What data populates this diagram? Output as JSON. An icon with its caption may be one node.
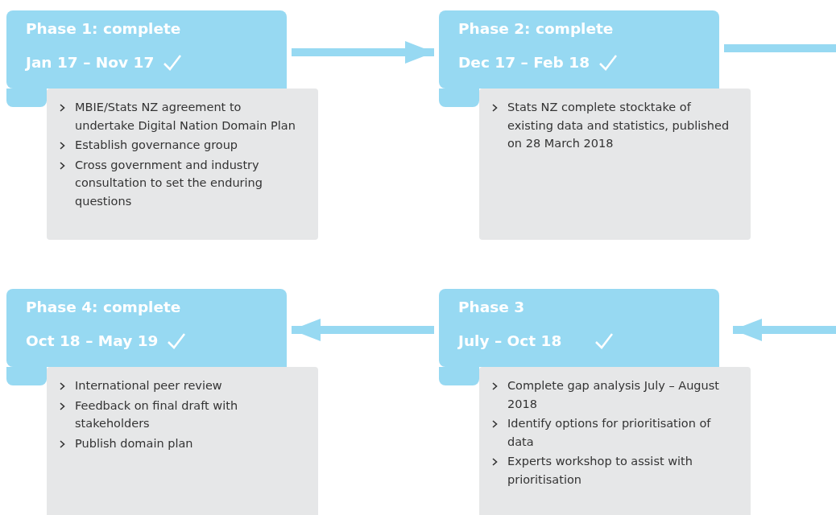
{
  "diagram": {
    "nodes": [
      {
        "text": [
          "Phase 1: complete",
          "Jan 17 – Nov 17"
        ]
      },
      {
        "text": [
          "MBIE/Stats NZ agreement to undertake Digital Nation Domain Plan",
          "Establish governance group",
          "Cross government and industry consultation to set the enduring questions"
        ]
      },
      {
        "text": [
          "Phase 2: complete",
          "Dec 17 – Feb 18"
        ]
      },
      {
        "text": [
          "Stats NZ complete stocktake of existing data and statistics, published on 28 March 2018"
        ]
      },
      {
        "text": [
          "Phase 4: complete",
          "Oct 18 – May 19"
        ]
      },
      {
        "text": [
          "International peer review",
          "Feedback on final draft with stakeholders",
          "Publish domain plan"
        ]
      },
      {
        "text": [
          "Phase 3",
          "July – Oct 18"
        ]
      },
      {
        "text": [
          "Complete gap analysis July – August 2018",
          "Identify options for prioritisation of data",
          "Experts workshop to assist with prioritisation"
        ]
      }
    ],
    "edges": [
      {
        "from": 0,
        "to": 2,
        "arrow": "to"
      },
      {
        "from": 2,
        "to": null,
        "arrow": "none"
      },
      {
        "from": null,
        "to": 6,
        "arrow": "to"
      },
      {
        "from": 6,
        "to": 4,
        "arrow": "to"
      }
    ]
  }
}
